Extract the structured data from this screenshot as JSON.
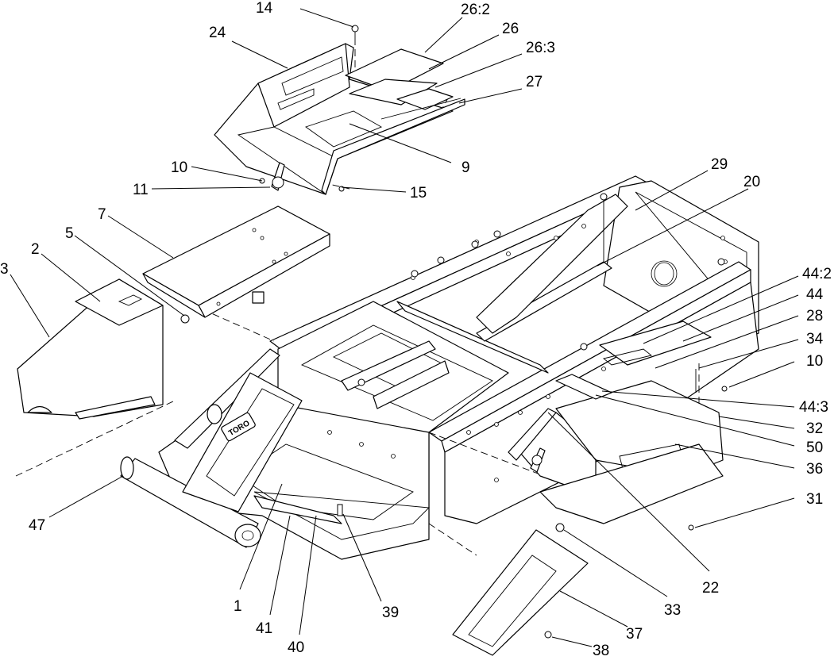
{
  "callouts": {
    "c14": "14",
    "c26_2": "26:2",
    "c24": "24",
    "c26": "26",
    "c26_3": "26:3",
    "c27": "27",
    "c9": "9",
    "c10a": "10",
    "c11": "11",
    "c15": "15",
    "c29": "29",
    "c20": "20",
    "c7": "7",
    "c5": "5",
    "c2": "2",
    "c3": "3",
    "c44_2": "44:2",
    "c44": "44",
    "c28": "28",
    "c34": "34",
    "c10b": "10",
    "c44_3": "44:3",
    "c32": "32",
    "c50": "50",
    "c36": "36",
    "c31": "31",
    "c22": "22",
    "c47": "47",
    "c1": "1",
    "c41": "41",
    "c40": "40",
    "c39": "39",
    "c33": "33",
    "c37": "37",
    "c38": "38"
  },
  "decal_text": "TORO"
}
